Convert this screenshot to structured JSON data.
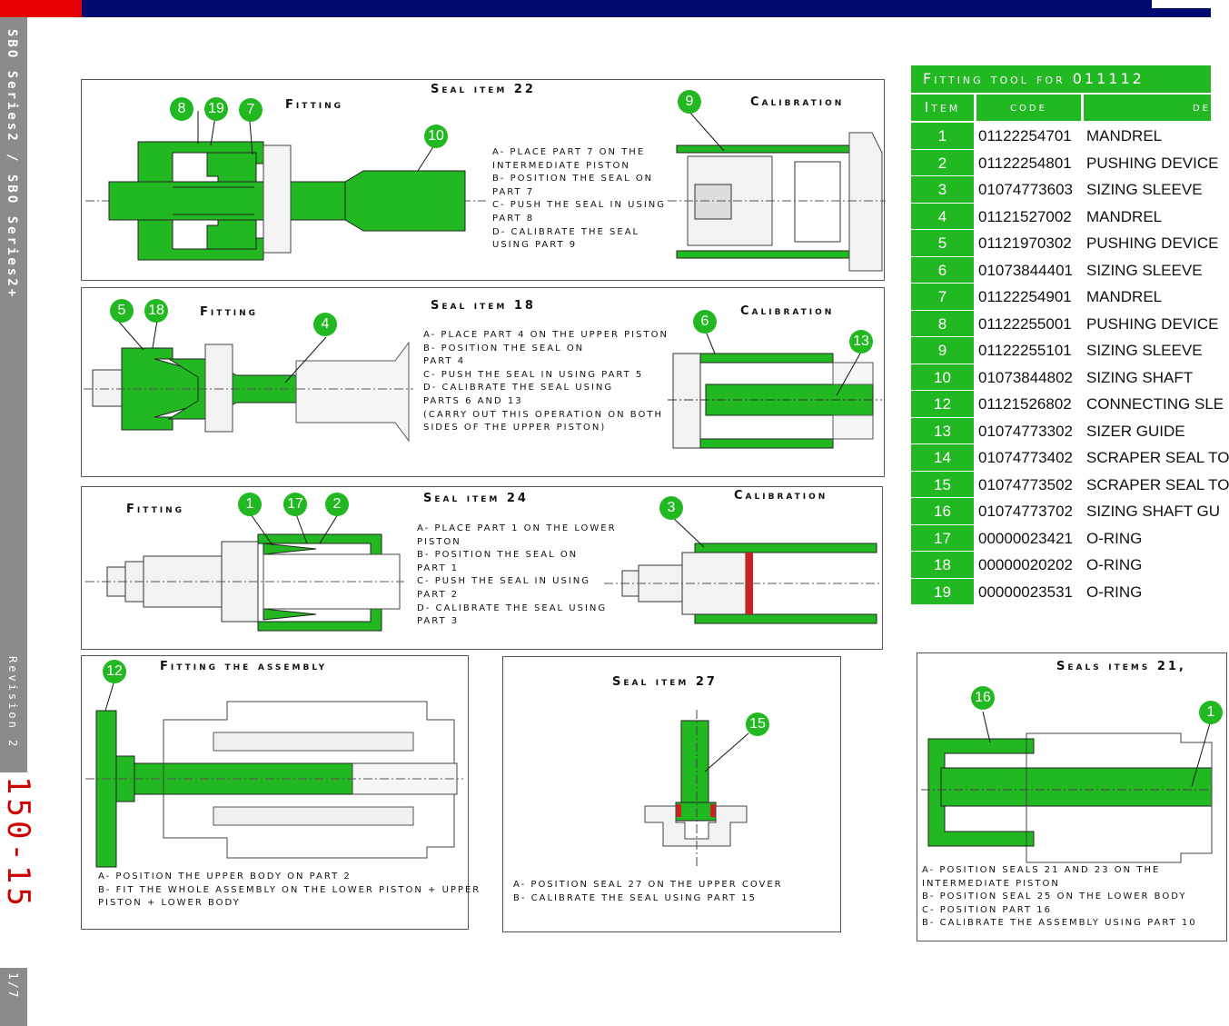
{
  "sidebar": {
    "series": "SBO Series2 / SBO Series2+",
    "revision": "Revision 2",
    "document": "150-15",
    "page": "1/7"
  },
  "panels": {
    "seal22": {
      "title": "Seal item 22",
      "fitting": "Fitting",
      "calibration": "Calibration",
      "steps": [
        "A- PLACE PART 7 ON THE",
        "INTERMEDIATE PISTON",
        "B- POSITION THE SEAL ON",
        "PART 7",
        "C- PUSH THE SEAL IN USING",
        "PART 8",
        "D- CALIBRATE THE SEAL",
        "USING PART 9"
      ],
      "badges": [
        "8",
        "19",
        "7",
        "10",
        "9"
      ]
    },
    "seal18": {
      "title": "Seal item 18",
      "fitting": "Fitting",
      "calibration": "Calibration",
      "steps": [
        "A- PLACE PART 4 ON THE UPPER PISTON",
        "B- POSITION THE SEAL ON",
        "PART 4",
        "C- PUSH THE SEAL IN USING PART 5",
        "D- CALIBRATE THE SEAL USING",
        "PARTS 6 AND 13",
        "(CARRY OUT THIS OPERATION ON BOTH",
        "SIDES OF THE UPPER PISTON)"
      ],
      "badges": [
        "5",
        "18",
        "4",
        "6",
        "13"
      ]
    },
    "seal24": {
      "title": "Seal item 24",
      "fitting": "Fitting",
      "calibration": "Calibration",
      "steps": [
        "A- PLACE PART 1 ON THE LOWER",
        "PISTON",
        "B- POSITION THE SEAL ON",
        "PART 1",
        "C- PUSH THE SEAL IN USING",
        "PART 2",
        "D- CALIBRATE THE SEAL USING",
        "PART 3"
      ],
      "badges": [
        "1",
        "17",
        "2",
        "3"
      ]
    },
    "assembly": {
      "title": "Fitting the assembly",
      "steps": [
        "A- POSITION THE UPPER BODY ON PART 2",
        "B- FIT THE WHOLE ASSEMBLY ON THE LOWER PISTON + UPPER",
        "PISTON + LOWER BODY"
      ],
      "badges": [
        "12"
      ]
    },
    "seal27": {
      "title": "Seal item 27",
      "steps": [
        "A- POSITION SEAL 27 ON THE UPPER COVER",
        "B- CALIBRATE THE SEAL USING PART 15"
      ],
      "badges": [
        "15"
      ]
    },
    "seals21": {
      "title": "Seals items 21,",
      "steps": [
        "A- POSITION SEALS 21 AND 23 ON THE",
        "INTERMEDIATE PISTON",
        "B- POSITION SEAL 25 ON THE LOWER BODY",
        "C- POSITION PART 16",
        "B- CALIBRATE THE ASSEMBLY USING PART 10"
      ],
      "badges": [
        "16",
        "1"
      ]
    }
  },
  "table": {
    "title": "Fitting tool for 011112",
    "headers": [
      "Item",
      "code",
      "de"
    ],
    "rows": [
      {
        "item": "1",
        "code": "01122254701",
        "desc": "MANDREL"
      },
      {
        "item": "2",
        "code": "01122254801",
        "desc": "PUSHING DEVICE"
      },
      {
        "item": "3",
        "code": "01074773603",
        "desc": "SIZING SLEEVE"
      },
      {
        "item": "4",
        "code": "01121527002",
        "desc": "MANDREL"
      },
      {
        "item": "5",
        "code": "01121970302",
        "desc": "PUSHING DEVICE"
      },
      {
        "item": "6",
        "code": "01073844401",
        "desc": "SIZING SLEEVE"
      },
      {
        "item": "7",
        "code": "01122254901",
        "desc": "MANDREL"
      },
      {
        "item": "8",
        "code": "01122255001",
        "desc": "PUSHING DEVICE"
      },
      {
        "item": "9",
        "code": "01122255101",
        "desc": "SIZING SLEEVE"
      },
      {
        "item": "10",
        "code": "01073844802",
        "desc": "SIZING SHAFT"
      },
      {
        "item": "12",
        "code": "01121526802",
        "desc": "CONNECTING SLE"
      },
      {
        "item": "13",
        "code": "01074773302",
        "desc": "SIZER GUIDE"
      },
      {
        "item": "14",
        "code": "01074773402",
        "desc": "SCRAPER SEAL TO"
      },
      {
        "item": "15",
        "code": "01074773502",
        "desc": "SCRAPER SEAL TO"
      },
      {
        "item": "16",
        "code": "01074773702",
        "desc": "SIZING SHAFT GU"
      },
      {
        "item": "17",
        "code": "00000023421",
        "desc": "O-RING"
      },
      {
        "item": "18",
        "code": "00000020202",
        "desc": "O-RING"
      },
      {
        "item": "19",
        "code": "00000023531",
        "desc": "O-RING"
      }
    ]
  },
  "colors": {
    "tool_green": "#22b822",
    "seal_red": "#cc2222",
    "header_navy": "#000a6e",
    "accent_red": "#e60000"
  }
}
